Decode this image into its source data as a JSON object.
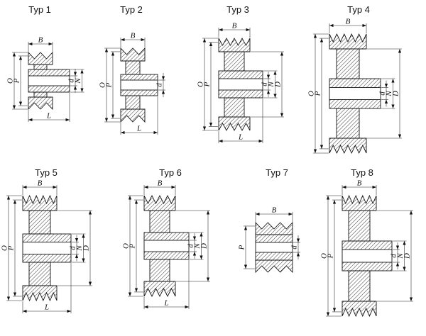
{
  "colors": {
    "line": "#111111",
    "dimension": "#222222",
    "background": "#ffffff"
  },
  "figures": [
    {
      "title": "Typ 1",
      "grooves": 2,
      "dims": {
        "top": "B",
        "left": [
          "O",
          "P"
        ],
        "right": [
          "d",
          "N"
        ],
        "bottom": "L"
      }
    },
    {
      "title": "Typ 2",
      "grooves": 2,
      "dims": {
        "top": "B",
        "left": [
          "O",
          "P"
        ],
        "right": [
          "d"
        ],
        "bottom": "L"
      }
    },
    {
      "title": "Typ 3",
      "grooves": 4,
      "dims": {
        "top": "B",
        "left": [
          "O",
          "P"
        ],
        "right": [
          "d",
          "N",
          "D"
        ],
        "bottom": "L"
      }
    },
    {
      "title": "Typ 4",
      "grooves": 5,
      "dims": {
        "top": "B",
        "left": [
          "O",
          "P"
        ],
        "right": [
          "d",
          "N",
          "D"
        ]
      }
    },
    {
      "title": "Typ 5",
      "grooves": 5,
      "dims": {
        "top": "B",
        "left": [
          "O",
          "P"
        ],
        "right": [
          "d",
          "N",
          "D"
        ],
        "bottom": "L"
      }
    },
    {
      "title": "Typ 6",
      "grooves": 4,
      "dims": {
        "top": "B",
        "left": [
          "O",
          "P"
        ],
        "right": [
          "d",
          "N",
          "D"
        ],
        "bottom": "L"
      }
    },
    {
      "title": "Typ 7",
      "grooves": 3,
      "dims": {
        "top": "B",
        "left": [
          "P"
        ],
        "right": [
          "d"
        ]
      }
    },
    {
      "title": "Typ 8",
      "grooves": 5,
      "dims": {
        "top": "B",
        "left": [
          "O",
          "P"
        ],
        "right": [
          "d",
          "N",
          "D"
        ]
      }
    }
  ]
}
